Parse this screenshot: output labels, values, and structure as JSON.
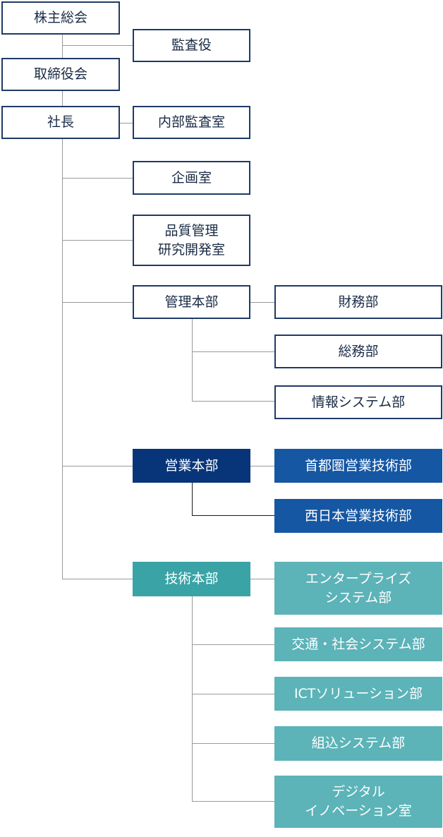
{
  "org": {
    "shareholders": "株主総会",
    "auditor": "監査役",
    "board": "取締役会",
    "president": "社長",
    "internal_audit": "内部監査室",
    "planning": "企画室",
    "qa_rnd": "品質管理\n研究開発室",
    "admin_hq": "管理本部",
    "finance": "財務部",
    "general_affairs": "総務部",
    "info_systems": "情報システム部",
    "sales_hq": "営業本部",
    "metro_sales": "首都圏営業技術部",
    "west_sales": "西日本営業技術部",
    "tech_hq": "技術本部",
    "enterprise": "エンタープライズ\nシステム部",
    "traffic_social": "交通・社会システム部",
    "ict_solution": "ICTソリューション部",
    "embedded": "組込システム部",
    "digital_innovation": "デジタル\nイノベーション室"
  },
  "colors": {
    "outline_border": "#1f3a66",
    "sales_hq": "#08357a",
    "sales_dept": "#1557a3",
    "tech_hq": "#3aa3a6",
    "tech_dept": "#5cb3b8",
    "connector": "#9a9a9a"
  }
}
